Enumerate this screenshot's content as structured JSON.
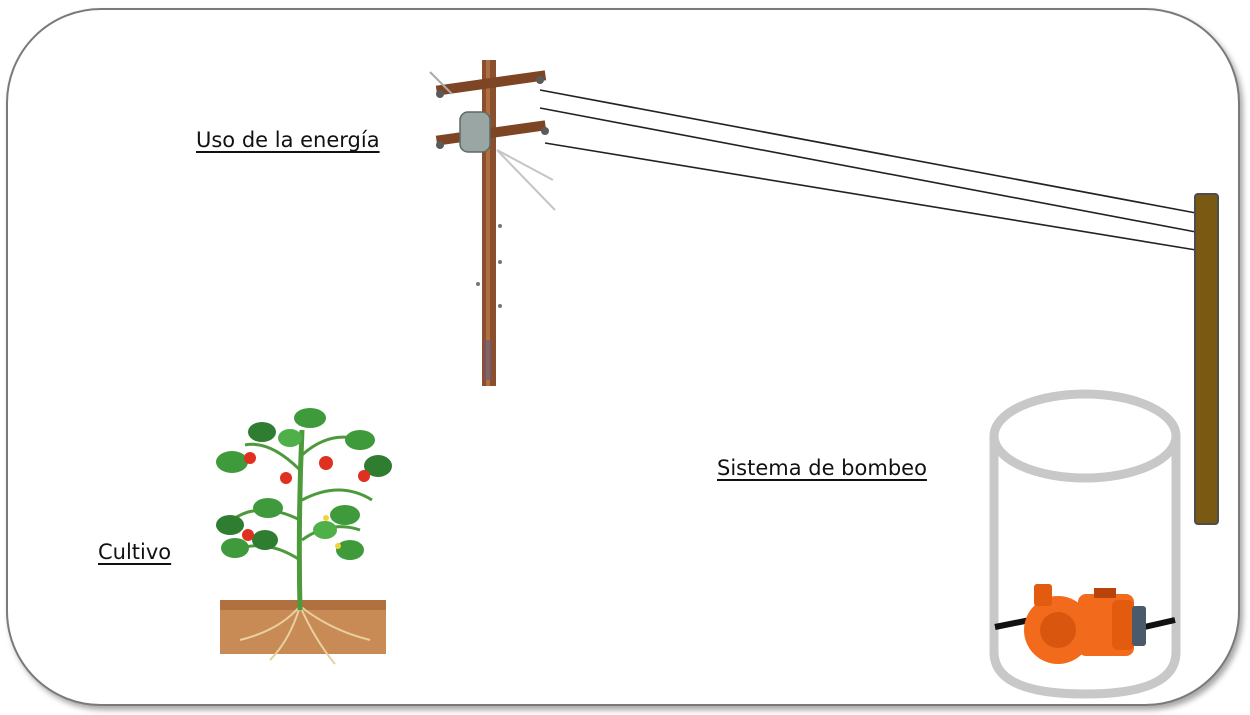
{
  "labels": {
    "energy_use": "Uso de la energía",
    "pumping_system": "Sistema de bombeo",
    "crop": "Cultivo"
  },
  "colors": {
    "pole_wood": "#8a4f2c",
    "post_brown": "#7a5a12",
    "pump_orange": "#f26a1b",
    "cylinder_gray": "#c8c8c8",
    "leaf_green": "#3e9a3a",
    "tomato_red": "#e0301f",
    "soil": "#c88b55"
  },
  "icons": [
    "utility-pole-icon",
    "tomato-plant-icon",
    "water-pump-icon",
    "well-cylinder-icon"
  ]
}
